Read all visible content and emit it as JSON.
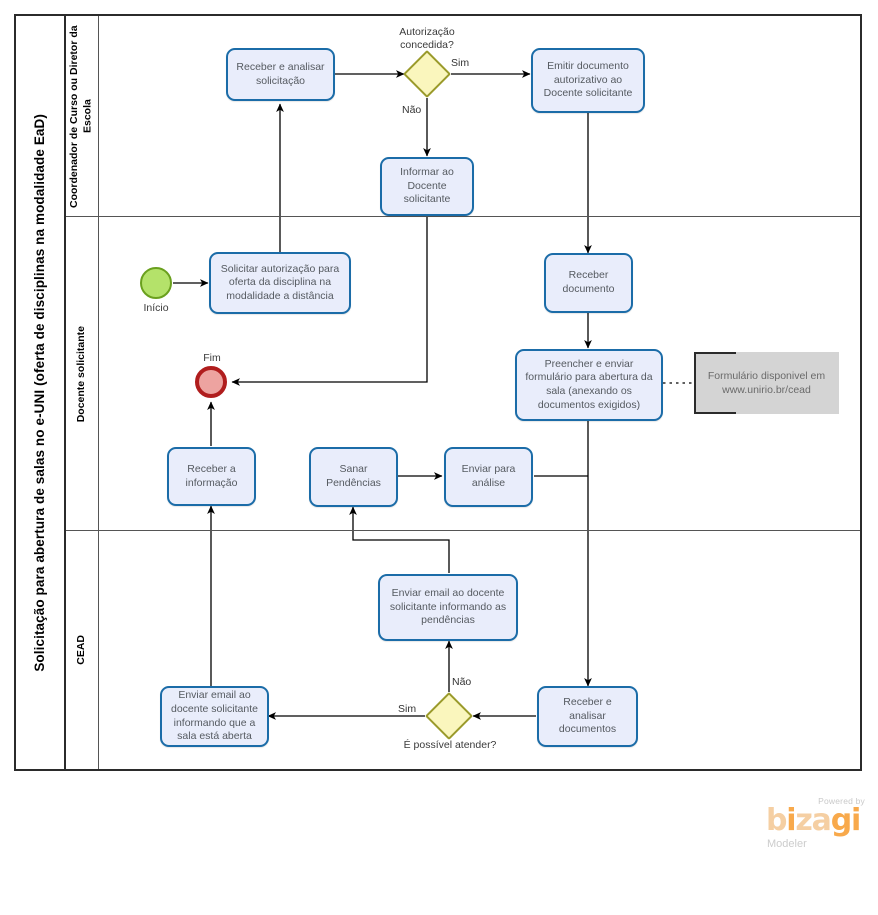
{
  "pool": {
    "title": "Solicitação para abertura de salas no e-UNI (oferta de disciplinas na modalidade EaD)",
    "lanes": [
      {
        "id": "coordenador",
        "label": "Coordenador de Curso ou Diretor da Escola"
      },
      {
        "id": "docente",
        "label": "Docente  solicitante"
      },
      {
        "id": "cead",
        "label": "CEAD"
      }
    ]
  },
  "events": [
    {
      "id": "start",
      "type": "start",
      "label": "Início"
    },
    {
      "id": "end",
      "type": "end",
      "label": "Fim"
    }
  ],
  "tasks": [
    {
      "id": "receber-analisar-solicitacao",
      "label": "Receber  e analisar solicitação",
      "lane": "coordenador"
    },
    {
      "id": "emitir-documento-autorizativo",
      "label": "Emitir documento autorizativo ao Docente solicitante",
      "lane": "coordenador"
    },
    {
      "id": "informar-docente-solicitante",
      "label": "Informar ao Docente solicitante",
      "lane": "coordenador"
    },
    {
      "id": "solicitar-autorizacao",
      "label": "Solicitar autorização para oferta da disciplina na modalidade a distância",
      "lane": "docente"
    },
    {
      "id": "receber-documento",
      "label": "Receber documento",
      "lane": "docente"
    },
    {
      "id": "preencher-enviar-formulario",
      "label": "Preencher e enviar formulário para abertura da sala (anexando os documentos exigidos)",
      "lane": "docente"
    },
    {
      "id": "receber-informacao",
      "label": "Receber a informação",
      "lane": "docente"
    },
    {
      "id": "sanar-pendencias",
      "label": "Sanar Pendências",
      "lane": "docente"
    },
    {
      "id": "enviar-para-analise",
      "label": "Enviar para análise",
      "lane": "docente"
    },
    {
      "id": "enviar-email-pendencias",
      "label": "Enviar email ao docente solicitante informando as pendências",
      "lane": "cead"
    },
    {
      "id": "enviar-email-sala-aberta",
      "label": "Enviar email ao docente solicitante informando que a sala está aberta",
      "lane": "cead"
    },
    {
      "id": "receber-analisar-documentos",
      "label": "Receber e analisar documentos",
      "lane": "cead"
    }
  ],
  "gateways": [
    {
      "id": "autorizacao-concedida",
      "label": "Autorização concedida?",
      "label_line1": "Autorização",
      "label_line2": "concedida?",
      "lane": "coordenador"
    },
    {
      "id": "possivel-atender",
      "label": "É possível atender?",
      "lane": "cead"
    }
  ],
  "flow_labels": {
    "sim_gateway1": "Sim",
    "nao_gateway1": "Não",
    "sim_gateway2": "Sim",
    "nao_gateway2": "Não"
  },
  "annotations": [
    {
      "id": "formulario-disponivel",
      "line1": "Formulário disponivel em",
      "line2": "www.unirio.br/cead"
    }
  ],
  "logo": {
    "powered_by": "Powered by",
    "brand_b": "b",
    "brand_i": "i",
    "brand_za": "za",
    "brand_g": "g",
    "brand_i2": "i",
    "product": "Modeler"
  },
  "colors": {
    "task_fill": "#e9edfb",
    "task_stroke": "#1b6ca8",
    "gateway_fill": "#faf6bd",
    "gateway_stroke": "#9a9a2a",
    "start_fill": "#b4e26a",
    "start_stroke": "#6aa01e",
    "end_fill": "#eda3a0",
    "end_stroke": "#b01d1d",
    "annotation_fill": "#d4d4d4",
    "pool_stroke": "#2b2b2b",
    "brand_orange": "#f8a94b",
    "brand_peach": "#f5cfa3"
  }
}
